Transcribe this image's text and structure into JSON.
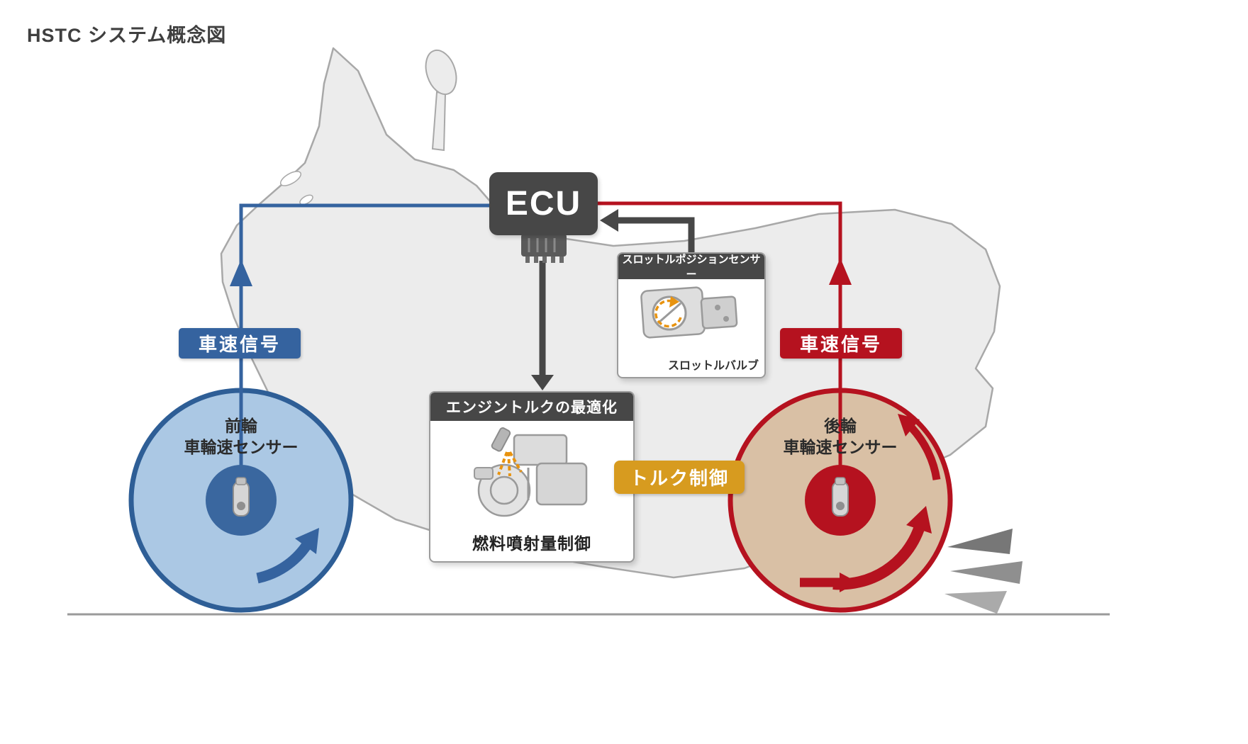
{
  "title": "HSTC システム概念図",
  "ecu_label": "ECU",
  "front_wheel": {
    "signal": "車速信号",
    "name_line1": "前輪",
    "name_line2": "車輪速センサー"
  },
  "rear_wheel": {
    "signal": "車速信号",
    "name_line1": "後輪",
    "name_line2": "車輪速センサー"
  },
  "throttle_box": {
    "header": "スロットルポジションセンサー",
    "caption": "スロットルバルブ"
  },
  "engine_box": {
    "header": "エンジントルクの最適化",
    "caption": "燃料噴射量制御"
  },
  "torque_label": "トルク制御",
  "colors": {
    "signal_blue": "#35639f",
    "wheel_blue_fill": "#abc8e4",
    "hub_blue": "#3a679f",
    "signal_red": "#b5121f",
    "wheel_tan_fill": "#d9c0a5",
    "box_dark": "#474747",
    "torque_orange": "#d79b1f",
    "silhouette_gray": "#ececec",
    "spray_orange": "#e8930f"
  }
}
